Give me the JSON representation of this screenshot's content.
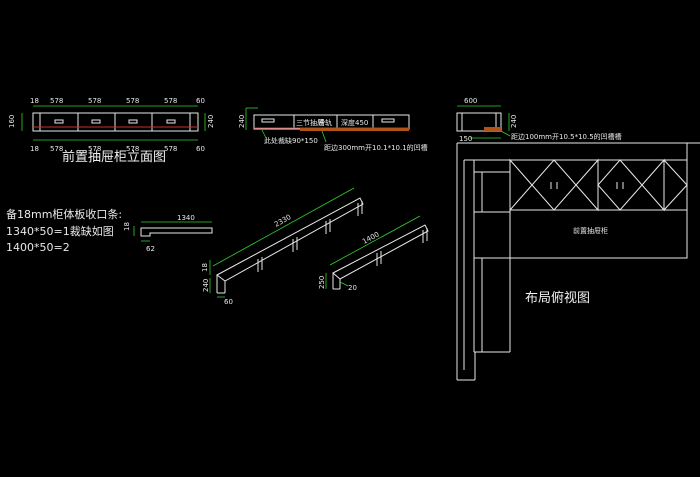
{
  "front_view": {
    "title": "前置抽屉柜立面图",
    "dim_18": "18",
    "dims_top": [
      "578",
      "578",
      "578",
      "578"
    ],
    "dim_60": "60",
    "dim_160": "160",
    "dim_240": "240"
  },
  "section_view": {
    "dim_240": "240",
    "label_notch": "三节抽屉",
    "label_notch2": "滑轨",
    "label_depth": "深度450",
    "note_left": "此处裁缺90*150",
    "note_right": "距边300mm开10.1*10.1的凹槽"
  },
  "detail_view": {
    "dim_600": "600",
    "dim_150": "150",
    "dim_240": "240",
    "note": "距边100mm开10.5*10.5的凹槽槽"
  },
  "strip_note": {
    "line1": "备18mm柜体板收口条:",
    "line2": "1340*50=1裁缺如图",
    "line3": "1400*50=2"
  },
  "strip_1340": {
    "length": "1340",
    "dim_18": "18",
    "dim_62": "62"
  },
  "strip_2330": {
    "length": "2330",
    "dim_18": "18",
    "dim_240": "240",
    "dim_60": "60"
  },
  "strip_1400": {
    "length": "1400",
    "dim_250": "250",
    "dim_20": "20"
  },
  "plan_view": {
    "cabinet_label": "前置抽屉柜",
    "title": "布局俯视图"
  }
}
